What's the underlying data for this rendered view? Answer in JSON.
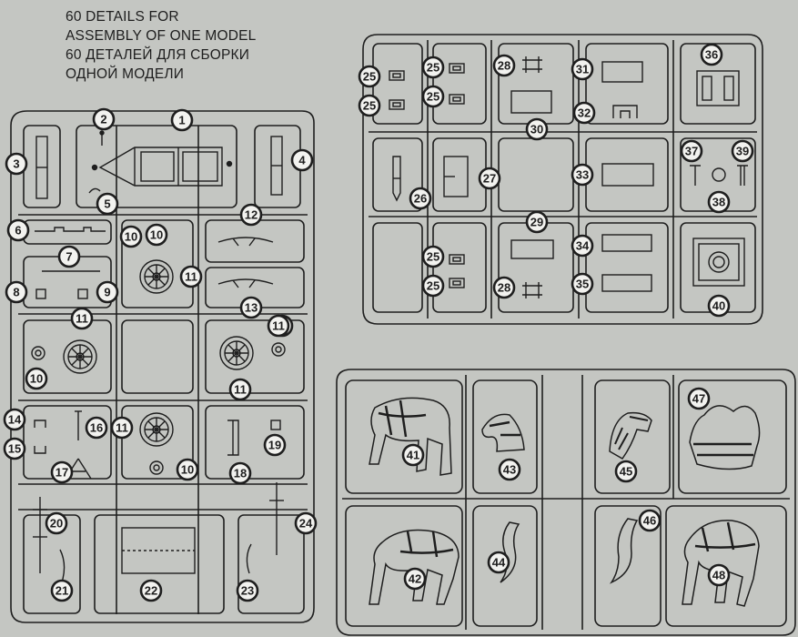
{
  "header": {
    "line1": "60 DETAILS FOR",
    "line2": "ASSEMBLY OF ONE MODEL",
    "line3": "60 ДЕТАЛЕЙ ДЛЯ СБОРКИ",
    "line4": "ОДНОЙ МОДЕЛИ"
  },
  "colors": {
    "paper": "#c4c6c2",
    "ink": "#1e1e1e",
    "label_fill": "#f2f2ef"
  },
  "icons": [
    "horse-figure-icon",
    "horse-head-icon",
    "saddle-icon",
    "wheel-icon",
    "wagon-frame-icon"
  ],
  "part_labels": [
    "1",
    "2",
    "3",
    "4",
    "5",
    "6",
    "7",
    "8",
    "9",
    "10",
    "10",
    "10",
    "10",
    "10",
    "11",
    "11",
    "11",
    "11",
    "11",
    "12",
    "13",
    "14",
    "15",
    "16",
    "17",
    "18",
    "19",
    "20",
    "21",
    "22",
    "23",
    "24",
    "25",
    "25",
    "25",
    "25",
    "25",
    "25",
    "26",
    "27",
    "28",
    "28",
    "29",
    "30",
    "31",
    "32",
    "33",
    "34",
    "35",
    "36",
    "37",
    "38",
    "39",
    "40",
    "41",
    "42",
    "43",
    "44",
    "45",
    "46",
    "47",
    "48"
  ]
}
